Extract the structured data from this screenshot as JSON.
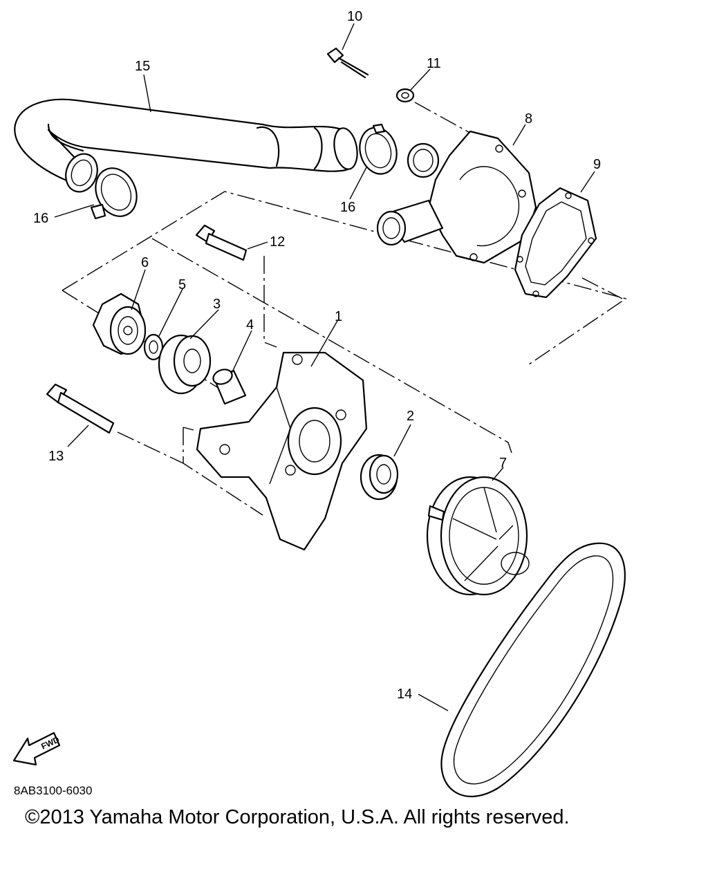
{
  "diagram": {
    "parts": [
      {
        "id": "p1",
        "label": "1"
      },
      {
        "id": "p2",
        "label": "2"
      },
      {
        "id": "p3",
        "label": "3"
      },
      {
        "id": "p4",
        "label": "4"
      },
      {
        "id": "p5",
        "label": "5"
      },
      {
        "id": "p6",
        "label": "6"
      },
      {
        "id": "p7",
        "label": "7"
      },
      {
        "id": "p8",
        "label": "8"
      },
      {
        "id": "p9",
        "label": "9"
      },
      {
        "id": "p10",
        "label": "10"
      },
      {
        "id": "p11",
        "label": "11"
      },
      {
        "id": "p12",
        "label": "12"
      },
      {
        "id": "p13",
        "label": "13"
      },
      {
        "id": "p14",
        "label": "14"
      },
      {
        "id": "p15",
        "label": "15"
      },
      {
        "id": "p16a",
        "label": "16"
      },
      {
        "id": "p16b",
        "label": "16"
      }
    ],
    "fwd_label": "FWD",
    "diagram_code": "8AB3100-6030",
    "copyright": "©2013 Yamaha Motor Corporation, U.S.A. All rights reserved."
  }
}
